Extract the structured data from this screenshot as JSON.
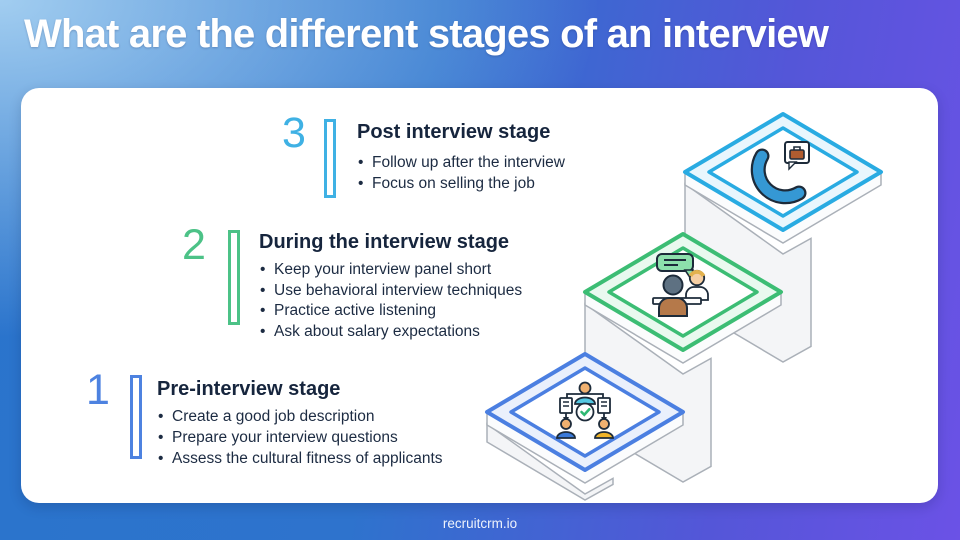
{
  "title": "What are the different stages of an interview",
  "footer": {
    "brand": "recruitcrm.io"
  },
  "colors": {
    "background_left": "#2a74cc",
    "background_right": "#6b52e6",
    "card": "#ffffff",
    "heading_text": "#16253d",
    "body_text": "#1c2b42",
    "stage3_accent": "#3fb1e4",
    "stage2_accent": "#4cc287",
    "stage1_accent": "#4d82e0",
    "diamond3_border": "#29abe2",
    "diamond2_border": "#3cbd74",
    "diamond1_border": "#4b7fe1"
  },
  "stages": [
    {
      "number": "3",
      "title": "Post interview stage",
      "icon": "phone-call-icon",
      "accent": "#3fb1e4",
      "bullets": [
        "Follow up after the interview",
        "Focus on selling the job"
      ]
    },
    {
      "number": "2",
      "title": "During the interview stage",
      "icon": "interview-conversation-icon",
      "accent": "#4cc287",
      "bullets": [
        "Keep your interview panel short",
        "Use behavioral interview techniques",
        "Practice active listening",
        "Ask about salary expectations"
      ]
    },
    {
      "number": "1",
      "title": "Pre-interview stage",
      "icon": "candidate-selection-icon",
      "accent": "#4d82e0",
      "bullets": [
        "Create a good job description",
        "Prepare your interview questions",
        "Assess the cultural fitness of applicants"
      ]
    }
  ]
}
